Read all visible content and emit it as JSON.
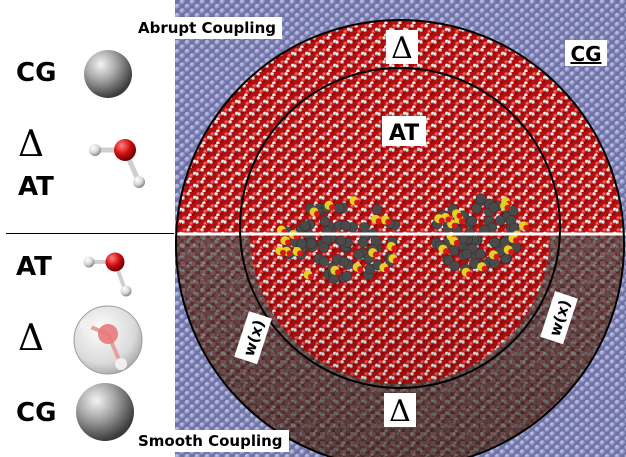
{
  "legend_top": {
    "cg_label": "CG",
    "delta_label": "Δ",
    "at_label": "AT"
  },
  "legend_bottom": {
    "at_label": "AT",
    "delta_label": "Δ",
    "cg_label": "CG"
  },
  "panel": {
    "top_caption": "Abrupt Coupling",
    "bottom_caption": "Smooth Coupling",
    "cg_region_label": "CG",
    "at_region_label": "AT",
    "delta_top_label": "Δ",
    "delta_bottom_label": "Δ",
    "weight_left_label": "w(x)",
    "weight_right_label": "w(x)"
  },
  "colors": {
    "cg_bead": "#8e92c2",
    "oxygen": "#d81818",
    "hydrogen": "#f2f2f2",
    "solute_carbon": "#4a4a4a",
    "solute_sulfur": "#e8d020"
  }
}
